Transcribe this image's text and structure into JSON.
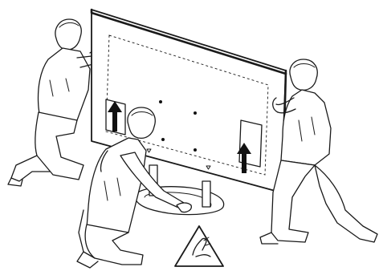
{
  "illustration": {
    "figures": [
      "person-left",
      "person-center",
      "person-right"
    ],
    "object": "television-back-view",
    "lift_arrows": 2,
    "warning_symbol": "pinch-hazard-icon"
  },
  "colors": {
    "line": "#1a1a1a",
    "arrow_fill": "#111111",
    "background": "#ffffff"
  }
}
